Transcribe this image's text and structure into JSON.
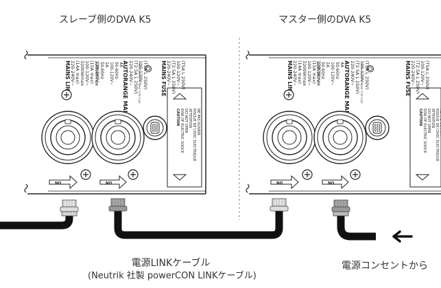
{
  "labels": {
    "slave_title": "スレーブ側のDVA K5",
    "master_title": "マスター側のDVA K5",
    "cable_name": "電源LINKケーブル",
    "cable_detail": "(Neutrik 社製 powerCON LINKケーブル)",
    "source": "電源コンセントから"
  },
  "panels": {
    "mains_link": {
      "title": "MAINS LINK",
      "lines": [
        "220-240V~",
        "(14A max)",
        "3200Wmax",
        "100-120V~",
        "(15A max)",
        "1200Wmax"
      ]
    },
    "mains_input": {
      "title": "AUTORANGE MAINS INPUT",
      "lines": [
        "220-240V~",
        "(T2.5A L 250V)",
        "100-120V~",
        "(T5A L 250V)"
      ]
    },
    "fuse": {
      "title": "MAINS FUSE",
      "lines": [
        "220-240V~",
        "(T2.5A L 250V)",
        "100-120V~",
        "(T5A L 250V)"
      ]
    },
    "spec": {
      "lines": [
        "220-240V~",
        "50-60Hz",
        "2A",
        "100-120V~",
        "50-60Hz",
        "4A"
      ]
    },
    "caution": {
      "title": "CAUTION",
      "lines": [
        "RISK OF ELECTRIC SHOCK",
        "DO NOT OPEN",
        "ATTENTION",
        "RISQUE DE CHOC ELECTRIQUE",
        "NE PAS OUVRIR"
      ]
    },
    "no_label": "NO",
    "replace_note": "REPLACE WITH SAME TYPE FUSE"
  },
  "colors": {
    "panel_border": "#222222",
    "cable": "#1a1a1a",
    "arrow": "#111111"
  }
}
